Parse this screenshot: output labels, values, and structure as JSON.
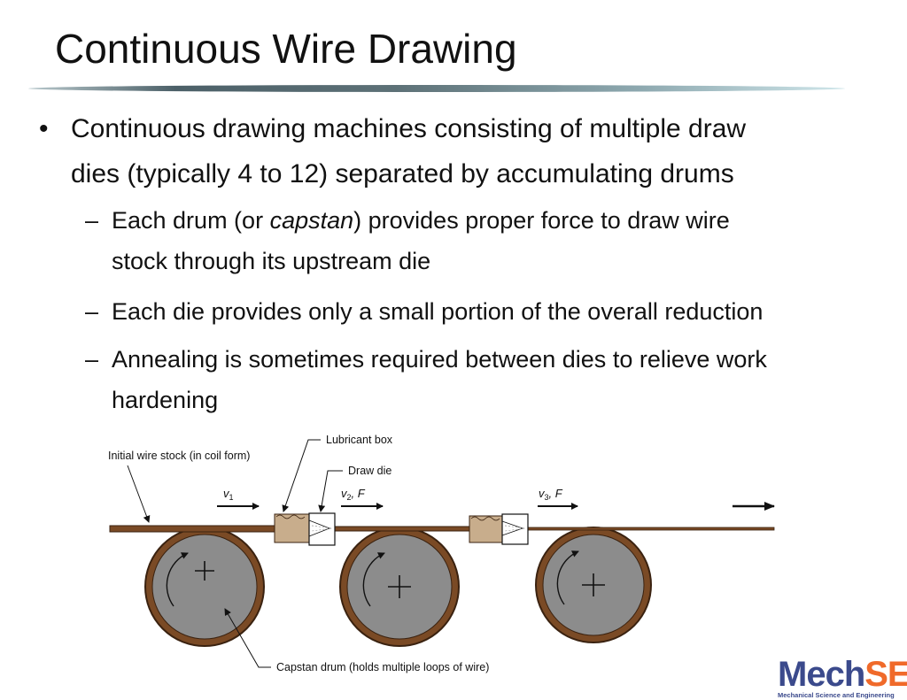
{
  "slide": {
    "title": "Continuous Wire Drawing",
    "bullet_mark": "•",
    "sub_mark": "–",
    "bullet": {
      "line1": "Continuous drawing machines consisting of multiple draw",
      "line2": "dies (typically 4 to 12) separated by accumulating drums"
    },
    "subbullets": [
      {
        "pre": "Each drum (or ",
        "em": "capstan",
        "post": ") provides proper force to draw wire",
        "line2": "stock through its upstream die"
      },
      {
        "text": "Each die provides only a small portion of the overall reduction"
      },
      {
        "line1": "Annealing is sometimes required between dies to relieve work",
        "line2": "hardening"
      }
    ]
  },
  "diagram": {
    "labels": {
      "initial_stock": "Initial wire stock (in coil form)",
      "lubricant_box": "Lubricant box",
      "draw_die": "Draw die",
      "capstan_drum": "Capstan drum (holds multiple loops of wire)"
    },
    "velocities": [
      {
        "v": "v",
        "sub": "1",
        "suffix": ""
      },
      {
        "v": "v",
        "sub": "2",
        "suffix": ", F"
      },
      {
        "v": "v",
        "sub": "3",
        "suffix": ", F"
      }
    ]
  },
  "logo": {
    "part1": "Mech",
    "part2": "SE",
    "subtitle": "Mechanical Science and Engineering",
    "colors": {
      "mech": "#3b4a8c",
      "se": "#f06a2a"
    }
  }
}
